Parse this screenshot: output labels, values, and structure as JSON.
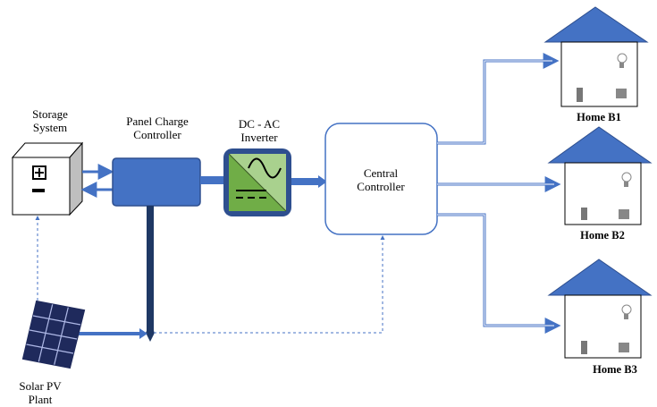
{
  "storage": {
    "line1": "Storage",
    "line2": "System"
  },
  "charge_controller": {
    "line1": "Panel Charge",
    "line2": "Controller"
  },
  "inverter": {
    "line1": "DC - AC",
    "line2": "Inverter"
  },
  "central": {
    "line1": "Central",
    "line2": "Controller"
  },
  "solar": {
    "line1": "Solar PV",
    "line2": "Plant"
  },
  "homes": [
    {
      "label": "Home B1"
    },
    {
      "label": "Home B2"
    },
    {
      "label": "Home B3"
    }
  ],
  "colors": {
    "box_blue": "#3f6fc4",
    "box_dark": "#2e4f8f",
    "roof": "#4472c4",
    "inverter_green": "#70ad47",
    "bus_navy": "#1f3864",
    "line_blue": "#4472c4"
  },
  "icons": [
    "plus-icon",
    "minus-icon",
    "sine-wave-icon",
    "dc-symbol-icon",
    "light-bulb-icon",
    "appliance-icon"
  ]
}
